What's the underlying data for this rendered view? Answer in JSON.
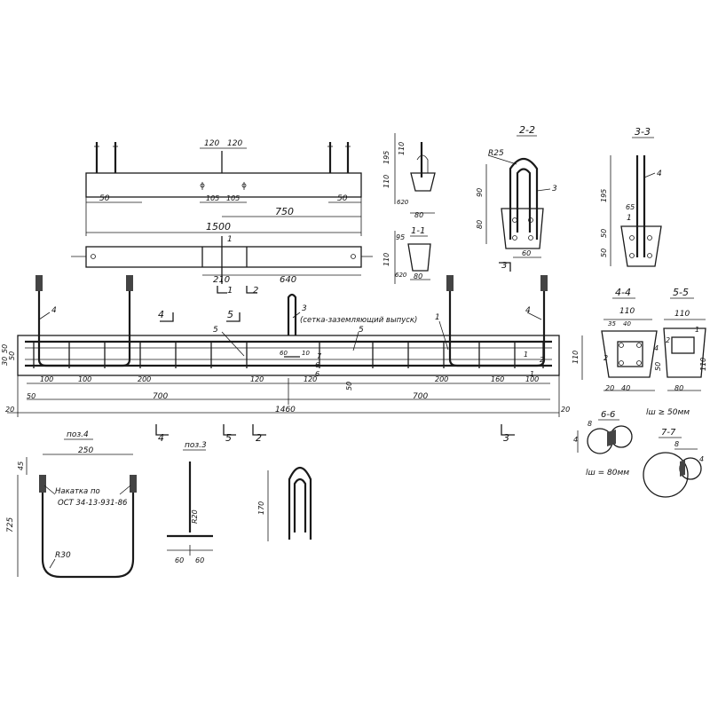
{
  "colors": {
    "ink": "#1a1a1a",
    "paper": "#ffffff"
  },
  "top_view": {
    "dims": [
      "120",
      "120",
      "50",
      "105",
      "105",
      "750",
      "50",
      "1500"
    ]
  },
  "plan_view": {
    "section_marks": [
      "1",
      "1",
      "2"
    ],
    "dims": [
      "210",
      "640"
    ]
  },
  "elevation": {
    "section_marks": [
      "4",
      "5",
      "4",
      "5",
      "2",
      "3"
    ],
    "positions": [
      "4",
      "4",
      "3",
      "1",
      "5",
      "5",
      "6",
      "6",
      "7",
      "1",
      "1",
      "2"
    ],
    "note": "(сетка-заземляющий выпуск)",
    "dims_row1": [
      "100",
      "100",
      "200",
      "120",
      "120",
      "200",
      "160",
      "100"
    ],
    "dims_row2": [
      "700",
      "700"
    ],
    "overall": "1460",
    "left_dims": [
      "30",
      "50",
      "50"
    ],
    "edge_dims": [
      "20",
      "20",
      "50"
    ],
    "small_dims": [
      "60",
      "10",
      "50"
    ]
  },
  "section_1_1": {
    "title": "1-1",
    "dims": [
      "95",
      "110",
      "80",
      "620"
    ]
  },
  "section_top_small": {
    "dims": [
      "195",
      "110",
      "110",
      "80",
      "620"
    ]
  },
  "section_2_2": {
    "title": "2-2",
    "dims": [
      "R25",
      "90",
      "80",
      "60",
      "3",
      "3"
    ]
  },
  "section_3_3": {
    "title": "3-3",
    "dims": [
      "195",
      "65",
      "50",
      "50",
      "4",
      "1"
    ]
  },
  "section_4_4": {
    "title": "4-4",
    "dims": [
      "110",
      "35",
      "40",
      "110",
      "20",
      "40",
      "2",
      "4"
    ]
  },
  "section_5_5": {
    "title": "5-5",
    "dims": [
      "110",
      "2",
      "1",
      "50",
      "80",
      "110"
    ]
  },
  "section_6_6": {
    "title": "6-6",
    "weld": "lш ≥ 50мм",
    "dims": [
      "8",
      "4"
    ]
  },
  "section_7_7": {
    "title": "7-7",
    "weld": "lш = 80мм",
    "dims": [
      "8",
      "4"
    ]
  },
  "pos4": {
    "title": "поз.4",
    "note_line1": "Накатка по",
    "note_line2": "ОСТ 34-13-931-86",
    "dims": [
      "250",
      "45",
      "725",
      "R30"
    ]
  },
  "pos3": {
    "title": "поз.3",
    "dims": [
      "R20",
      "60",
      "60"
    ]
  },
  "hairpin": {
    "dims": [
      "170"
    ]
  }
}
